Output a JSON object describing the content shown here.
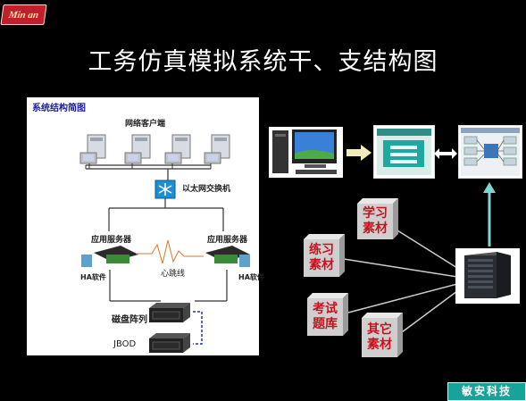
{
  "logo": {
    "text": "Min an"
  },
  "title": "工务仿真模拟系统干、支结构图",
  "diagram": {
    "panel_title": "系统结构简图",
    "clients_label": "网络客户端",
    "switch_label": "以太网交换机",
    "server_left_label": "应用服务器",
    "server_right_label": "应用服务器",
    "heartbeat_label": "心跳线",
    "ha_left_label": "HA软件",
    "ha_right_label": "HA软件",
    "disk_array_label": "磁盘阵列",
    "jbod_label": "JBOD"
  },
  "modules": {
    "study": "学习\n素材",
    "practice": "练习\n素材",
    "exam": "考试\n题库",
    "other": "其它\n素材"
  },
  "brand": "敏安科技",
  "colors": {
    "background": "#000000",
    "arrow": "#7fd6d0",
    "cube_text": "#c8101e",
    "brand_bg": "#18a39a"
  }
}
